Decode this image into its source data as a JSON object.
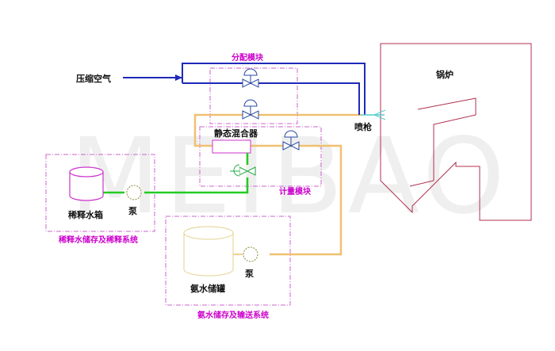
{
  "watermark": "MEIBAO",
  "labels": {
    "compressed_air": "压缩空气",
    "distribution_module": "分配模块",
    "boiler": "锅炉",
    "spray_gun": "喷枪",
    "static_mixer": "静态混合器",
    "metering_module": "计量模块",
    "dilution_tank": "稀释水箱",
    "dilution_pump": "泵",
    "dilution_system": "稀释水储存及稀释系统",
    "ammonia_tank": "氨水储罐",
    "ammonia_pump": "泵",
    "ammonia_system": "氨水储存及输送系统"
  },
  "colors": {
    "air_line": "#1f2ab8",
    "water_line": "#22cc22",
    "ammonia_line": "#f0c070",
    "module_border": "#cc66cc",
    "module_label": "#cc00cc",
    "boiler_line": "#b03050",
    "dilution_tank": "#cc33cc",
    "ammonia_tank": "#e8d9a0",
    "valve": "#2a4aa0",
    "spray_gun": "#55cccc"
  }
}
